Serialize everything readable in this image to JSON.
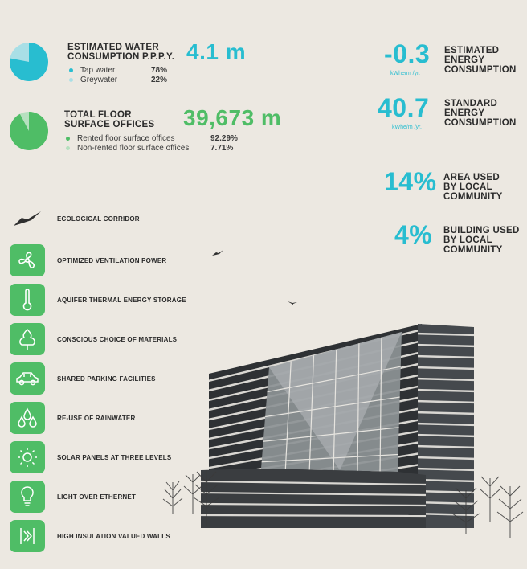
{
  "water": {
    "title_line1": "ESTIMATED WATER",
    "title_line2": "CONSUMPTION P.P.P.Y.",
    "value": "4.1 m",
    "legend": [
      {
        "label": "Tap water",
        "value": "78%",
        "color": "#28bdd0"
      },
      {
        "label": "Greywater",
        "value": "22%",
        "color": "#a9dfe6"
      }
    ],
    "pie_fraction": 0.78
  },
  "floor": {
    "title_line1": "TOTAL FLOOR",
    "title_line2": "SURFACE OFFICES",
    "value": "39,673 m",
    "legend": [
      {
        "label": "Rented floor surface offices",
        "value": "92.29%",
        "color": "#4fbd66"
      },
      {
        "label": "Non-rented floor surface offices",
        "value": "7.71%",
        "color": "#b6e0bf"
      }
    ],
    "pie_fraction": 0.9229
  },
  "energy": {
    "estimated": {
      "value": "-0.3",
      "unit": "kWhe/m  /yr.",
      "label_line1": "ESTIMATED",
      "label_line2": "ENERGY",
      "label_line3": "CONSUMPTION"
    },
    "standard": {
      "value": "40.7",
      "unit": "kWhe/m  /yr.",
      "label_line1": "STANDARD",
      "label_line2": "ENERGY",
      "label_line3": "CONSUMPTION"
    }
  },
  "community": {
    "area": {
      "value": "14%",
      "label_line1": "AREA USED",
      "label_line2": "BY LOCAL",
      "label_line3": "COMMUNITY"
    },
    "building": {
      "value": "4%",
      "label_line1": "BUILDING USED",
      "label_line2": "BY LOCAL",
      "label_line3": "COMMUNITY"
    }
  },
  "features": [
    {
      "label": "ECOLOGICAL CORRIDOR",
      "icon": "bird-icon"
    },
    {
      "label": "OPTIMIZED VENTILATION POWER",
      "icon": "fan-icon"
    },
    {
      "label": "AQUIFER THERMAL ENERGY STORAGE",
      "icon": "thermometer-icon"
    },
    {
      "label": "CONSCIOUS CHOICE OF MATERIALS",
      "icon": "tree-icon"
    },
    {
      "label": "SHARED PARKING FACILITIES",
      "icon": "car-icon"
    },
    {
      "label": "RE-USE OF RAINWATER",
      "icon": "raindrops-icon"
    },
    {
      "label": "SOLAR PANELS AT THREE LEVELS",
      "icon": "sun-icon"
    },
    {
      "label": "LIGHT OVER ETHERNET",
      "icon": "lightbulb-icon"
    },
    {
      "label": "HIGH INSULATION VALUED WALLS",
      "icon": "insulation-wall-icon"
    }
  ],
  "colors": {
    "green": "#4fbd66",
    "cyan": "#28bdd0",
    "background": "#ece8e1",
    "dark": "#2f2f2f"
  }
}
